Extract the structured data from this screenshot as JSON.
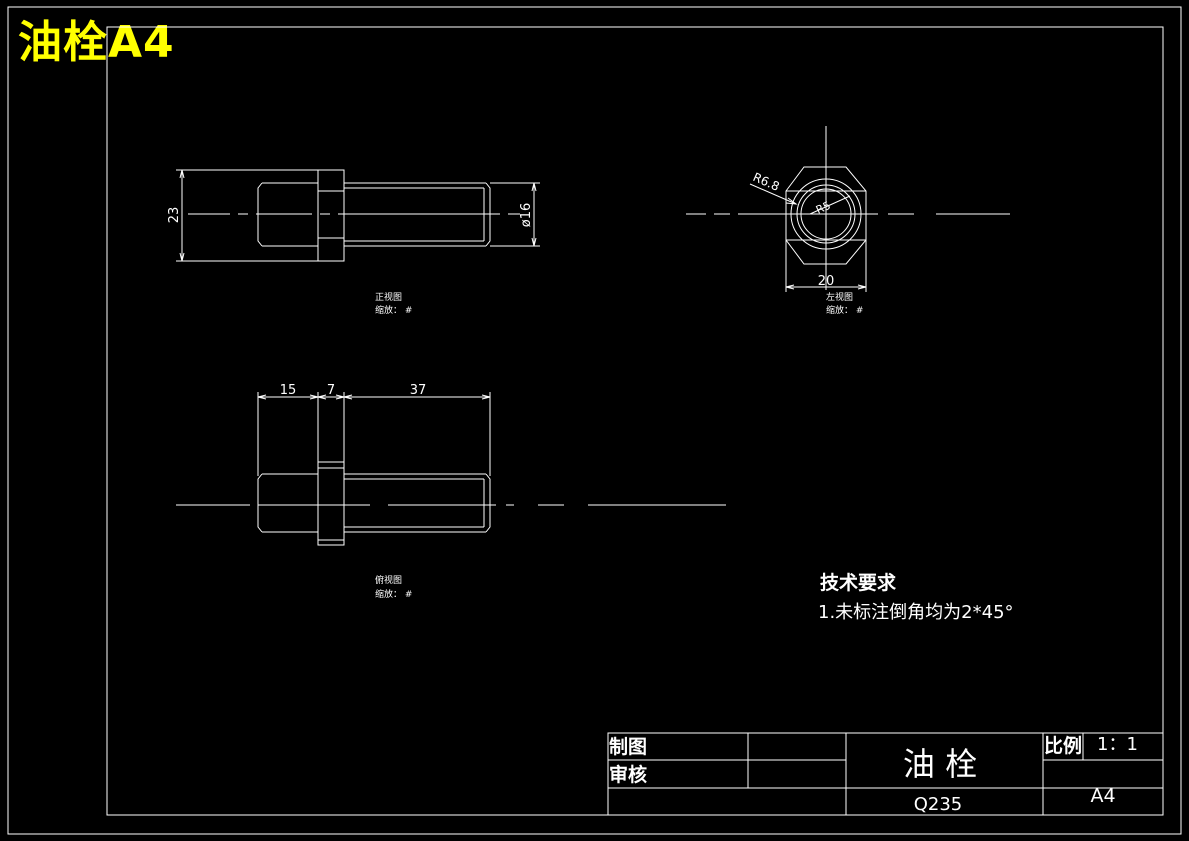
{
  "title": "油栓A4",
  "dimensions": {
    "height_front": "23",
    "dia": "ø16",
    "r_outer": "R6.8",
    "r_inner": "R5",
    "width_side": "20",
    "len_a": "15",
    "len_b": "7",
    "len_c": "37"
  },
  "views": {
    "front": {
      "name": "正视图",
      "scale": "缩放：  #"
    },
    "side": {
      "name": "左视图",
      "scale": "缩放：  #"
    },
    "top": {
      "name": "俯视图",
      "scale": "缩放：  #"
    }
  },
  "notes": {
    "heading": "技术要求",
    "item1": "1.未标注倒角均为2*45°"
  },
  "title_block": {
    "drawn": "制图",
    "checked": "审核",
    "part_name": "油 栓",
    "material": "Q235",
    "scale_label": "比例",
    "scale_value": "1：1",
    "sheet": "A4"
  },
  "colors": {
    "background": "#000000",
    "lines": "#ffffff",
    "title": "#ffff00"
  }
}
